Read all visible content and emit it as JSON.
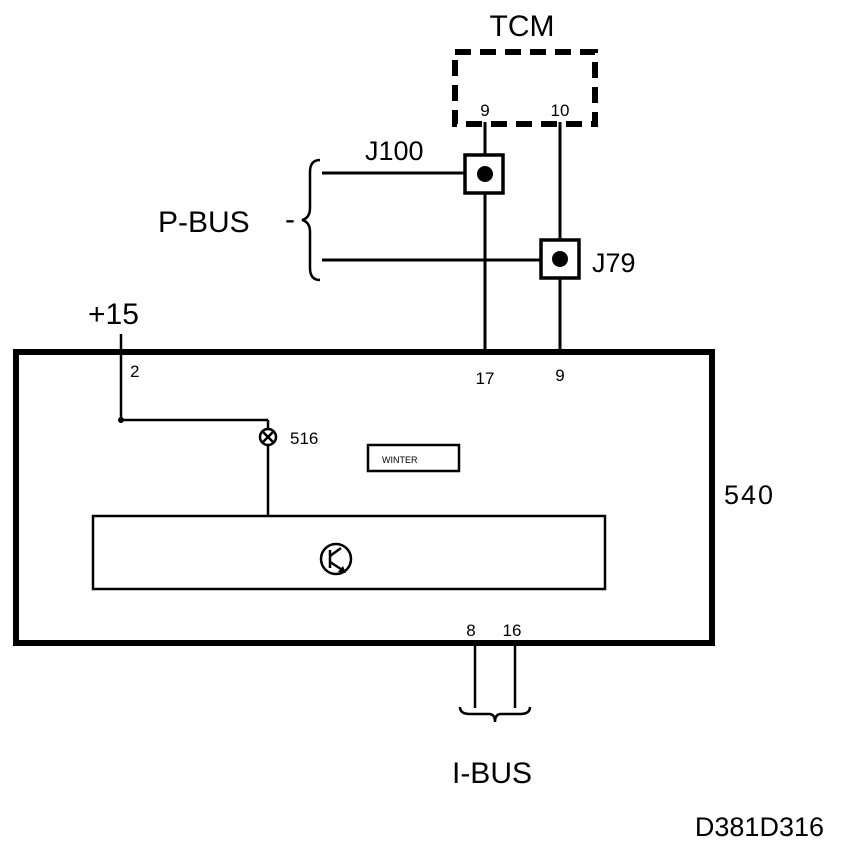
{
  "tcm": {
    "label": "TCM",
    "pin_left": "9",
    "pin_right": "10"
  },
  "connectors": {
    "j100": "J100",
    "j79": "J79"
  },
  "pbus": {
    "label": "P-BUS",
    "dash": "-"
  },
  "supply": {
    "label": "+15",
    "pin": "2"
  },
  "module": {
    "id": "540",
    "pin_17": "17",
    "pin_9": "9",
    "pin_8": "8",
    "pin_16": "16",
    "lamp_id": "516",
    "indicator_label": "WINTER"
  },
  "ibus": {
    "label": "I-BUS"
  },
  "figure_code": "D381D316"
}
